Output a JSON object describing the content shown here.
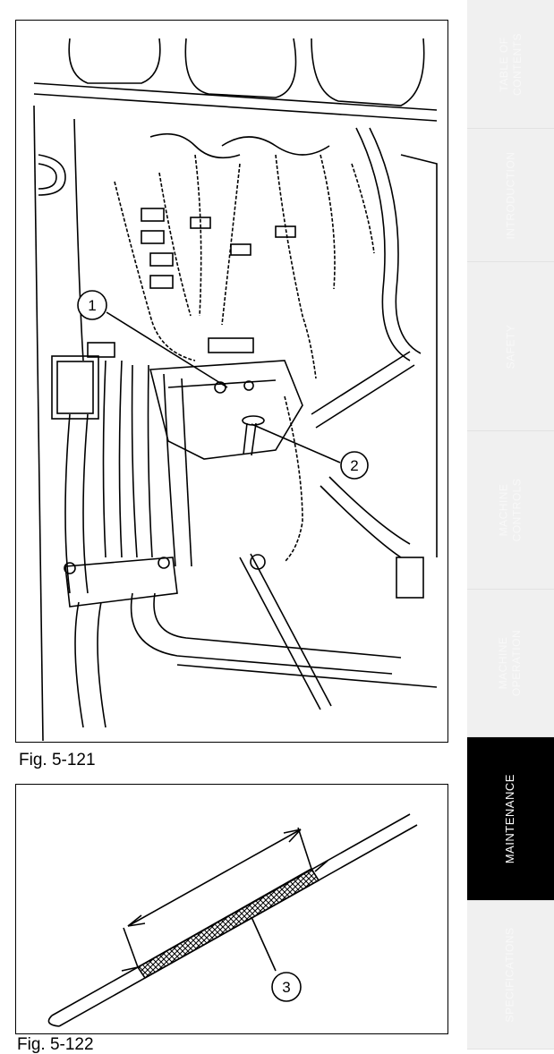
{
  "figures": [
    {
      "caption": "Fig. 5-121",
      "callouts": [
        "1",
        "2"
      ]
    },
    {
      "caption": "Fig. 5-122",
      "callouts": [
        "3"
      ]
    }
  ],
  "sidebar": {
    "tab_color": "#f0f0f0",
    "active_color": "#000000",
    "tabs": [
      {
        "line1": "TABLE OF",
        "line2": "CONTENTS",
        "active": false
      },
      {
        "line1": "INTRODUCTION",
        "line2": "",
        "active": false
      },
      {
        "line1": "SAFETY",
        "line2": "",
        "active": false
      },
      {
        "line1": "MACHINE",
        "line2": "CONTROLS",
        "active": false
      },
      {
        "line1": "MACHINE",
        "line2": "OPERATION",
        "active": false
      },
      {
        "line1": "MAINTENANCE",
        "line2": "",
        "active": true
      },
      {
        "line1": "SPECIFICATIONS",
        "line2": "",
        "active": false
      }
    ]
  }
}
